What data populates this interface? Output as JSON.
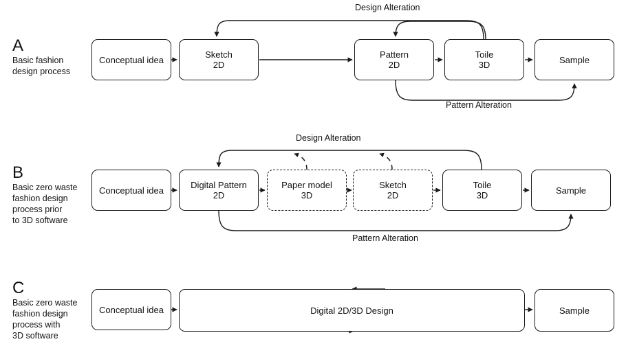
{
  "figure": {
    "title": "Fashion design process comparison diagram",
    "background": "#ffffff",
    "stroke": "#1a1a1a"
  },
  "rows": [
    {
      "letter": "A",
      "description": "Basic fashion design process",
      "nodes": [
        {
          "id": "a-conceptual",
          "label": "Conceptual idea",
          "sub": "",
          "style": "solid"
        },
        {
          "id": "a-sketch",
          "label": "Sketch",
          "sub": "2D",
          "style": "solid"
        },
        {
          "id": "a-pattern",
          "label": "Pattern",
          "sub": "2D",
          "style": "solid"
        },
        {
          "id": "a-toile",
          "label": "Toile",
          "sub": "3D",
          "style": "solid"
        },
        {
          "id": "a-sample",
          "label": "Sample",
          "sub": "",
          "style": "solid"
        }
      ],
      "edge_labels": [
        {
          "id": "a-design-alteration",
          "text": "Design Alteration"
        },
        {
          "id": "a-pattern-alteration",
          "text": "Pattern Alteration"
        }
      ]
    },
    {
      "letter": "B",
      "description": "Basic zero waste fashion design process prior to 3D software",
      "nodes": [
        {
          "id": "b-conceptual",
          "label": "Conceptual idea",
          "sub": "",
          "style": "solid"
        },
        {
          "id": "b-digital-pattern",
          "label": "Digital Pattern",
          "sub": "2D",
          "style": "solid"
        },
        {
          "id": "b-paper-model",
          "label": "Paper model",
          "sub": "3D",
          "style": "dashed"
        },
        {
          "id": "b-sketch",
          "label": "Sketch",
          "sub": "2D",
          "style": "dashed"
        },
        {
          "id": "b-toile",
          "label": "Toile",
          "sub": "3D",
          "style": "solid"
        },
        {
          "id": "b-sample",
          "label": "Sample",
          "sub": "",
          "style": "solid"
        }
      ],
      "edge_labels": [
        {
          "id": "b-design-alteration",
          "text": "Design Alteration"
        },
        {
          "id": "b-pattern-alteration",
          "text": "Pattern Alteration"
        }
      ]
    },
    {
      "letter": "C",
      "description": "Basic zero waste fashion design process with 3D software",
      "nodes": [
        {
          "id": "c-conceptual",
          "label": "Conceptual idea",
          "sub": "",
          "style": "solid"
        },
        {
          "id": "c-digital-design",
          "label": "Digital 2D/3D Design",
          "sub": "",
          "style": "solid"
        },
        {
          "id": "c-sample",
          "label": "Sample",
          "sub": "",
          "style": "solid"
        }
      ],
      "edge_labels": []
    }
  ],
  "labels": {
    "a_letter": "A",
    "a_desc_line1": "Basic fashion",
    "a_desc_line2": "design process",
    "b_letter": "B",
    "b_desc_line1": "Basic zero waste",
    "b_desc_line2": "fashion design",
    "b_desc_line3": "process prior",
    "b_desc_line4": "to 3D software",
    "c_letter": "C",
    "c_desc_line1": "Basic zero waste",
    "c_desc_line2": "fashion design",
    "c_desc_line3": "process with",
    "c_desc_line4": "3D software",
    "conceptual_idea": "Conceptual idea",
    "sketch": "Sketch",
    "two_d": "2D",
    "three_d": "3D",
    "pattern": "Pattern",
    "toile": "Toile",
    "sample": "Sample",
    "digital_pattern": "Digital Pattern",
    "paper_model": "Paper model",
    "digital_design": "Digital 2D/3D Design",
    "design_alteration": "Design Alteration",
    "pattern_alteration": "Pattern Alteration"
  }
}
